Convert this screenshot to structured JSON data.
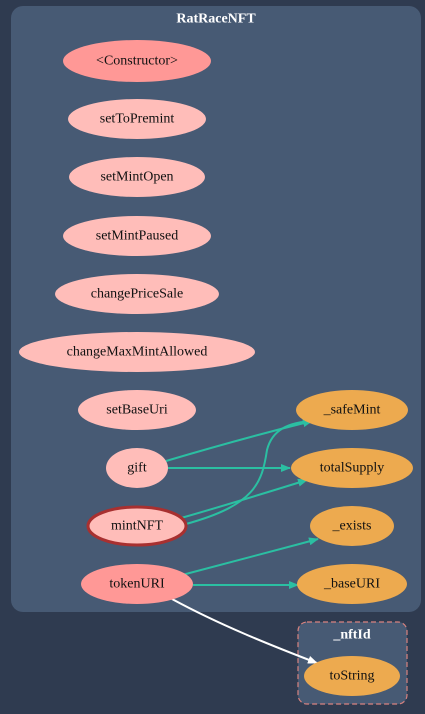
{
  "diagram": {
    "clusters": {
      "main": {
        "label": "RatRaceNFT"
      },
      "lib": {
        "label": "_nftId"
      }
    },
    "nodes": {
      "constructor": {
        "label": "<Constructor>"
      },
      "setToPremint": {
        "label": "setToPremint"
      },
      "setMintOpen": {
        "label": "setMintOpen"
      },
      "setMintPaused": {
        "label": "setMintPaused"
      },
      "changePriceSale": {
        "label": "changePriceSale"
      },
      "changeMaxMintAllowed": {
        "label": "changeMaxMintAllowed"
      },
      "setBaseUri": {
        "label": "setBaseUri"
      },
      "gift": {
        "label": "gift"
      },
      "mintNFT": {
        "label": "mintNFT"
      },
      "tokenURI": {
        "label": "tokenURI"
      },
      "safeMint": {
        "label": "_safeMint"
      },
      "totalSupply": {
        "label": "totalSupply"
      },
      "exists": {
        "label": "_exists"
      },
      "baseURI": {
        "label": "_baseURI"
      },
      "toString": {
        "label": "toString"
      }
    },
    "edges": [
      {
        "from": "gift",
        "to": "safeMint"
      },
      {
        "from": "gift",
        "to": "totalSupply"
      },
      {
        "from": "mintNFT",
        "to": "totalSupply"
      },
      {
        "from": "mintNFT",
        "to": "safeMint"
      },
      {
        "from": "tokenURI",
        "to": "exists"
      },
      {
        "from": "tokenURI",
        "to": "baseURI"
      },
      {
        "from": "tokenURI",
        "to": "toString"
      }
    ],
    "colors": {
      "background": "#2f3b50",
      "cluster_fill": "#475a74",
      "lib_cluster_border": "#d9827f",
      "public_function": "#ffbdb9",
      "constructor_function": "#ff9896",
      "internal_function": "#edaa4f",
      "highlight_border": "#a83030",
      "internal_edge": "#2bbfa2",
      "external_edge": "#ffffff"
    }
  }
}
